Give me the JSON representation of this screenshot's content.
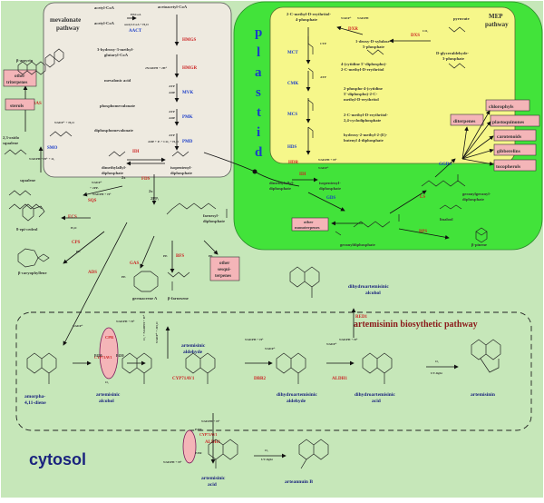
{
  "colors": {
    "cytosol_bg": "#c6e7b9",
    "plastid_bg": "#42e33a",
    "mep_bg": "#f6f78a",
    "mevalonate_bg": "#eeeae0",
    "enzyme_red": "#cc2222",
    "enzyme_blue": "#1a3cc8",
    "label_box_fill": "#f4b5b8",
    "title_navy": "#1a237e",
    "pathway_title": "#8b1a1a"
  },
  "compartments": {
    "cytosol": "cytosol",
    "plastid_letters": [
      "p",
      "l",
      "a",
      "s",
      "t",
      "i",
      "d"
    ],
    "mevalonate_title": [
      "mevalonate",
      "pathway"
    ],
    "mep_title": [
      "MEP",
      "pathway"
    ],
    "artemisinin_title": "artemisinin biosythetic pathway"
  },
  "mevalonate": {
    "acetyl1": "acetyl-CoA",
    "acetyl2": "acetyl-CoA",
    "acetoacetyl": "acetoacetyl-CoA",
    "aact": "AACT",
    "hsco_a": "HSCoA",
    "acetylcoa_h2o": "acetyl-CoA + H₂O",
    "hmgs": "HMGS",
    "hmgcoa": [
      "3-hydroxy-3-methyl-",
      "glutaryl-CoA"
    ],
    "nadph": "2NADPH + 2H⁺",
    "hmgr": "HMGR",
    "mevalonic_acid": "mevalonic acid",
    "atp1": "ATP",
    "adp1": "ADP",
    "mvk": "MVK",
    "phosphomevalonate": "phosphomevalonate",
    "atp2": "ATP",
    "adp2": "ADP",
    "pmk": "PMK",
    "diphosphomevalonate": "diphosphomevalonate",
    "atp3": "ATP",
    "adp_pi": "ADP + Pᵢ + CO₂ + H₂O",
    "pmd": "PMD",
    "dmapp": [
      "dimethylallyl-",
      "diphosphate"
    ],
    "ipp": [
      "isopentenyl-",
      "diphosphate"
    ],
    "idi": "IDI"
  },
  "mep": {
    "mep_name": [
      "2-C-methyl-D-erythritol-",
      "4-phosphate"
    ],
    "cdp_me": [
      "4-(cytidine 5'-diphospho)-",
      "2-C-methyl-D-erythritol"
    ],
    "cdp_me2p": [
      "2-phospho-4-(cytidine",
      "5'-diphospho)-2-C-",
      "methyl-D-erythritol"
    ],
    "mecpp": [
      "2-C-methyl-D-erythritol-",
      "2,4-cyclodiphosphate"
    ],
    "hmbpp": [
      "hydroxy-2-methyl-2-(E)-",
      "butenyl 4-diphosphate"
    ],
    "pyruvate": "pyruvate",
    "g3p": [
      "D-glyceraldehyde-",
      "3-phosphate"
    ],
    "dxp": [
      "1-deoxy-D-xylulose-",
      "5-phosphate"
    ],
    "dxs": "DXS",
    "dxr": "DXR",
    "mct": "MCT",
    "cmk": "CMK",
    "mcs": "MCS",
    "hds": "HDS",
    "hdr": "HDR",
    "idi": "IDI",
    "gds": "GDS",
    "ggds": "GGDS",
    "ctp": "CTP",
    "atp": "ATP",
    "adp": "ADP",
    "nadph": "NADPH",
    "nadph_h": "NADPH + H⁺",
    "nadp": "NADP⁺",
    "co2": "CO₂",
    "dmapp": [
      "dimethylallyl-",
      "diphosphate"
    ],
    "ipp": [
      "isopentenyl-",
      "diphosphate"
    ],
    "gpp": "geranyldiphosphate",
    "ggpp": [
      "geranylgeranyl-",
      "diphosphate"
    ],
    "linalool": "linalool",
    "pinene": "β-pinene",
    "ls": "LS",
    "bps": "BPS",
    "other_mono": [
      "other",
      "monoterpenes"
    ],
    "products": [
      "chlorophyls",
      "diterpenes",
      "plastoquinones",
      "carotenoids",
      "gibberelins",
      "tocopherols"
    ]
  },
  "sesqui": {
    "fpp": [
      "farnesyl-",
      "diphosphate"
    ],
    "fds": "FDS",
    "two_x": "2x",
    "two_ppi": "2PPᵢ",
    "squalene": "squalene",
    "sqs": "SQS",
    "nadp_cof": [
      "NADP⁺",
      "+ 2PPᵢ"
    ],
    "nadph_h_sqs": "NADPH + H⁺",
    "oxidosqualene": [
      "2,3-oxido",
      "squalene"
    ],
    "nadph_o2": "NADPH + H⁺ + O₂",
    "nadp_h2o": "NADP⁺ + H₂O",
    "smo": "SMO",
    "bas": "BAS",
    "beta_amyrin": "β-amyrin",
    "other_triterpenes": [
      "other",
      "triterpenes"
    ],
    "sterols": "sterols",
    "epi_cedrol": "8-epi-cedrol",
    "ecs": "ECS",
    "caryophyllene": "β-caryophyllene",
    "cps": "CPS",
    "ads": "ADS",
    "gas": "GAS",
    "germacrene": "germacrene A",
    "bfs": "BFS",
    "farnesene": "β-farnesene",
    "other_sesqui": [
      "other",
      "sesqui-",
      "terpenes"
    ],
    "ppi": "PPᵢ",
    "h2o": "H₂O"
  },
  "artemisinin": {
    "amorpha": [
      "amorpha-",
      "4,11-diene"
    ],
    "art_alcohol": [
      "artemisinic",
      "alcohol"
    ],
    "art_aldehyde": [
      "artemisinic",
      "aldehyde"
    ],
    "dh_aldehyde": [
      "dihydroartemisinic",
      "aldehyde"
    ],
    "dh_acid": [
      "dihydroartemisinic",
      "acid"
    ],
    "dh_alcohol": [
      "dihydroartemisinic",
      "alcohol"
    ],
    "artemisinin": "artemisinin",
    "art_acid": [
      "artemisinic",
      "acid"
    ],
    "arteannuin": "arteannuin B",
    "cpr": "CPR",
    "cyp": "CYP71AV1",
    "dbr2": "DBR2",
    "aldh1": "ALDH1",
    "red1": "RED1",
    "p450": "P450",
    "nadp": "NADP⁺",
    "nadph_h": "NADPH + H⁺",
    "o2": "O₂",
    "uv": "UV-light",
    "o2_nadph": "O₂ + NADPH + H⁺",
    "nadp_2h2o": "NADP⁺ + 2H₂O"
  }
}
